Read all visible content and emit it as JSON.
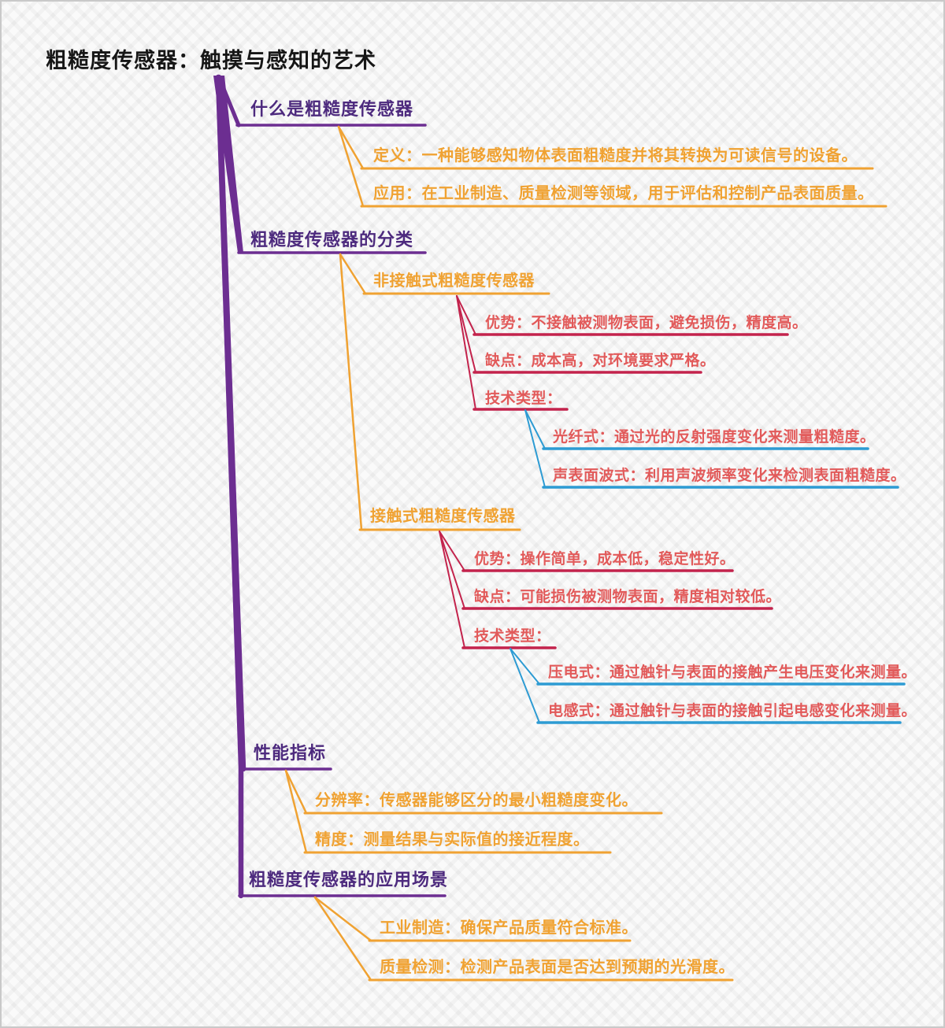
{
  "colors": {
    "purple_line": "#6C2E91",
    "purple_text": "#4D2A7E",
    "orange": "#F0A232",
    "red_text": "#E25A5A",
    "red_line": "#C3234C",
    "blue": "#2D9BD3",
    "title_text": "#161616"
  },
  "mindmap": {
    "root": "粗糙度传感器：触摸与感知的艺术",
    "branches": [
      {
        "label": "什么是粗糙度传感器",
        "children": [
          {
            "label": "定义：一种能够感知物体表面粗糙度并将其转换为可读信号的设备。"
          },
          {
            "label": "应用：在工业制造、质量检测等领域，用于评估和控制产品表面质量。"
          }
        ]
      },
      {
        "label": "粗糙度传感器的分类",
        "children": [
          {
            "label": "非接触式粗糙度传感器",
            "children": [
              {
                "label": "优势：不接触被测物表面，避免损伤，精度高。"
              },
              {
                "label": "缺点：成本高，对环境要求严格。"
              },
              {
                "label": "技术类型：",
                "children": [
                  {
                    "label": "光纤式：通过光的反射强度变化来测量粗糙度。"
                  },
                  {
                    "label": "声表面波式：利用声波频率变化来检测表面粗糙度。"
                  }
                ]
              }
            ]
          },
          {
            "label": "接触式粗糙度传感器",
            "children": [
              {
                "label": "优势：操作简单，成本低，稳定性好。"
              },
              {
                "label": "缺点：可能损伤被测物表面，精度相对较低。"
              },
              {
                "label": "技术类型：",
                "children": [
                  {
                    "label": "压电式：通过触针与表面的接触产生电压变化来测量。"
                  },
                  {
                    "label": "电感式：通过触针与表面的接触引起电感变化来测量。"
                  }
                ]
              }
            ]
          }
        ]
      },
      {
        "label": "性能指标",
        "children": [
          {
            "label": "分辨率：传感器能够区分的最小粗糙度变化。"
          },
          {
            "label": "精度：测量结果与实际值的接近程度。"
          }
        ]
      },
      {
        "label": "粗糙度传感器的应用场景",
        "children": [
          {
            "label": "工业制造：确保产品质量符合标准。"
          },
          {
            "label": "质量检测：检测产品表面是否达到预期的光滑度。"
          }
        ]
      }
    ]
  }
}
